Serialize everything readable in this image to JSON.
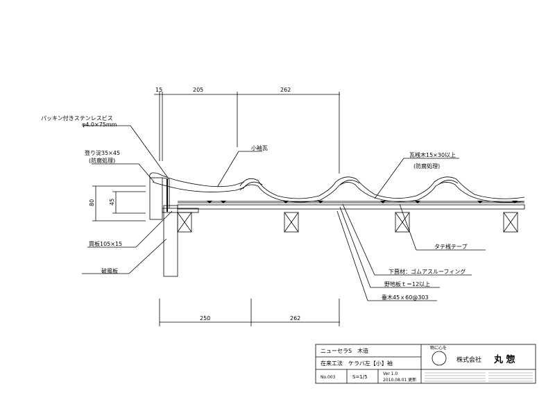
{
  "dimensions": {
    "top_first": "15",
    "top_second": "205",
    "top_third": "262",
    "bottom_first": "250",
    "bottom_second": "262",
    "vert_outer": "80",
    "vert_inner": "45"
  },
  "labels": {
    "screw_line1": "パッキン付きステンレスビス",
    "screw_line2": "φ4.0×75mm",
    "batten_line1": "登り淀35×45",
    "batten_line2": "(防腐処理)",
    "sleeve_tile": "小袖瓦",
    "tile_batten_line1": "瓦桟木15×30以上",
    "tile_batten_line2": "(防腐処理)",
    "through_board": "貫板105×15",
    "tape": "タテ桟テープ",
    "bargeboard": "破風板",
    "underlay": "下葺材：ゴムアスルーフィング",
    "sheathing": "野地板ｔ＝12以上",
    "rafter": "垂木45ｘ60@303"
  },
  "title_block": {
    "product": "ニューセラS　木造",
    "method": "在来工法　ケラバ左【小】袖",
    "number": "No.003",
    "scale": "S=1/5",
    "version": "Ver 1.0",
    "date": "2010.08.01 更新",
    "company": "株式会社",
    "company_name": "丸 惣",
    "tagline": "物に心を"
  }
}
